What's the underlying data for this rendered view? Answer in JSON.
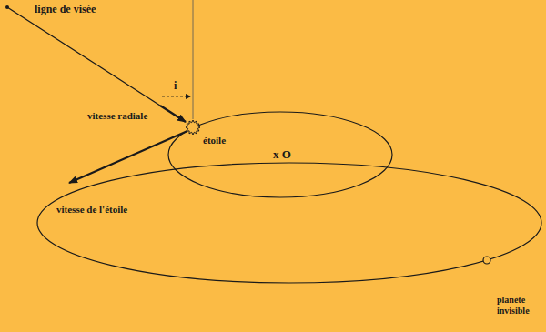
{
  "diagram": {
    "labels": [
      "ligne de visée",
      "i",
      "vitesse radiale",
      "étoile",
      "vitesse de l'étoile",
      "x O",
      "planète invisible"
    ]
  }
}
